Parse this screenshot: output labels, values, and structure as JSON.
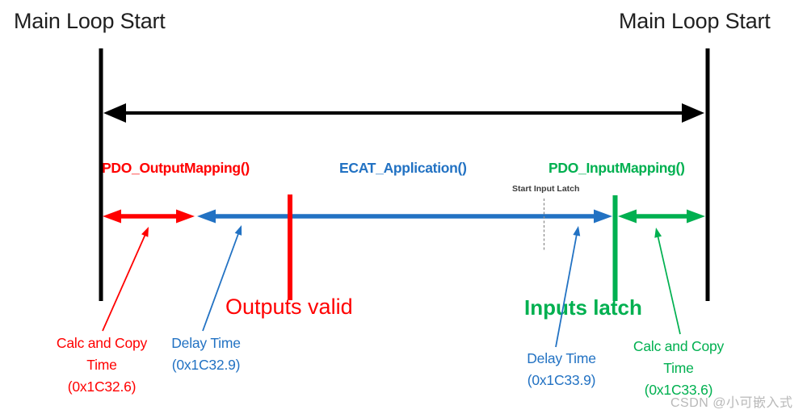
{
  "diagram": {
    "title_left": "Main Loop Start",
    "title_right": "Main Loop Start",
    "phases": {
      "output_mapping": "PDO_OutputMapping()",
      "application": "ECAT_Application()",
      "input_mapping": "PDO_InputMapping()"
    },
    "events": {
      "start_input_latch": "Start Input Latch",
      "outputs_valid": "Outputs valid",
      "inputs_latch": "Inputs latch"
    },
    "annotations": {
      "calc_copy_output": {
        "lines": [
          "Calc and Copy",
          "Time",
          "(0x1C32.6)"
        ]
      },
      "delay_output": {
        "lines": [
          "Delay Time",
          "(0x1C32.9)"
        ]
      },
      "delay_input": {
        "lines": [
          "Delay Time",
          "(0x1C33.9)"
        ]
      },
      "calc_copy_input": {
        "lines": [
          "Calc and Copy",
          "Time",
          "(0x1C33.6)"
        ]
      }
    },
    "watermark": "CSDN @小可嵌入式",
    "colors": {
      "black": "#000000",
      "red": "#ff0000",
      "blue": "#2272c3",
      "green": "#00b050",
      "dash_gray": "#8f8f8f"
    }
  }
}
